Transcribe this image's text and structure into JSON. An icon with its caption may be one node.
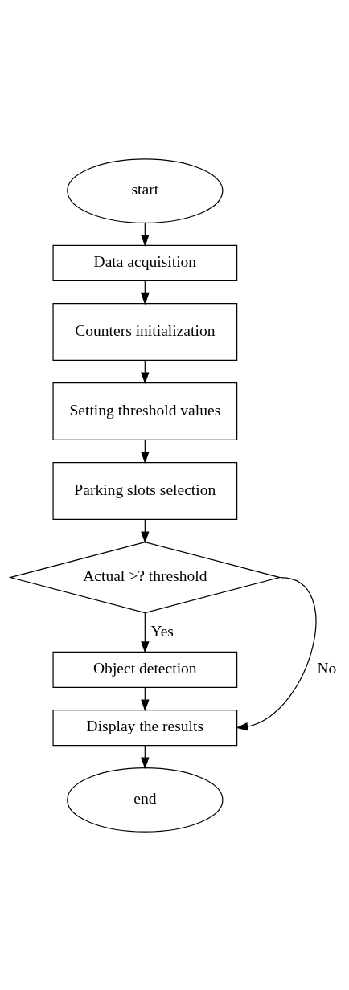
{
  "diagram": {
    "nodes": [
      {
        "text": [
          "start"
        ]
      },
      {
        "text": [
          "Data acquisition"
        ]
      },
      {
        "text": [
          "Counters initialization"
        ]
      },
      {
        "text": [
          "Setting threshold values"
        ]
      },
      {
        "text": [
          "Parking slots selection"
        ]
      },
      {
        "text": [
          "Actual >? threshold"
        ]
      },
      {
        "text": [
          "Object detection"
        ]
      },
      {
        "text": [
          "Display the results"
        ]
      },
      {
        "text": [
          "end"
        ]
      }
    ],
    "edges": [
      {
        "from": 0,
        "to": 1,
        "arrow": "to"
      },
      {
        "from": 1,
        "to": 2,
        "arrow": "to"
      },
      {
        "from": 2,
        "to": 3,
        "arrow": "to"
      },
      {
        "from": 3,
        "to": 4,
        "arrow": "to"
      },
      {
        "from": 4,
        "to": 5,
        "arrow": "to"
      },
      {
        "from": 5,
        "to": 6,
        "label": "Yes",
        "arrow": "to"
      },
      {
        "from": 6,
        "to": 7,
        "arrow": "to"
      },
      {
        "from": 5,
        "to": 7,
        "label": "No",
        "arrow": "to"
      },
      {
        "from": 7,
        "to": 8,
        "arrow": "to"
      }
    ]
  }
}
